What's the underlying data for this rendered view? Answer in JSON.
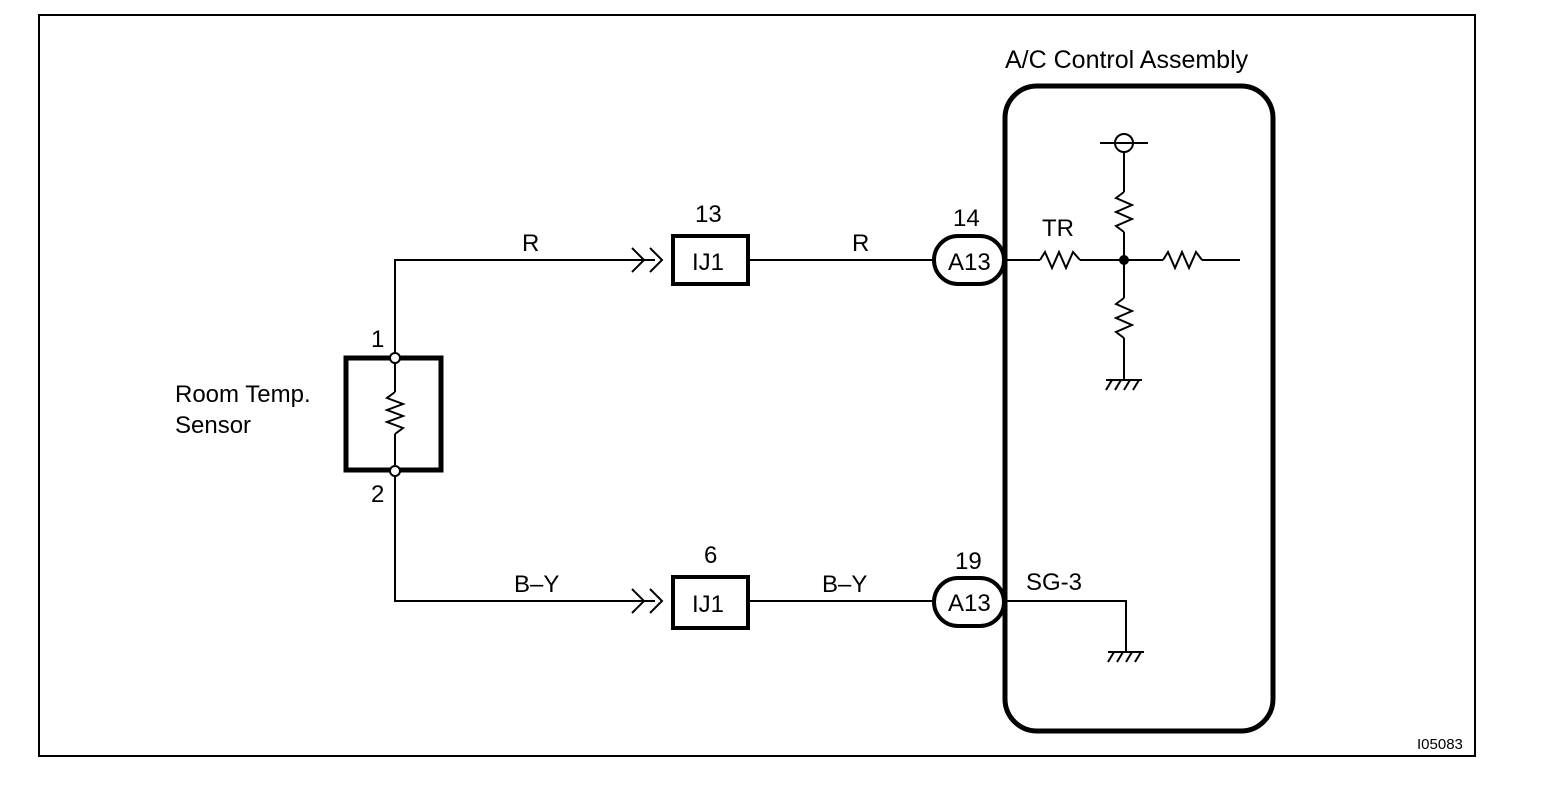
{
  "diagram_id": "I05083",
  "ac_control": {
    "title": "A/C Control Assembly",
    "tr_label": "TR",
    "sg_label": "SG-3"
  },
  "sensor": {
    "label_line1": "Room Temp.",
    "label_line2": "Sensor",
    "pin_top": "1",
    "pin_bottom": "2"
  },
  "upper_circuit": {
    "wire_color_left": "R",
    "wire_color_right": "R",
    "junction_pin": "13",
    "junction_label": "IJ1",
    "connector_pin": "14",
    "connector_label": "A13"
  },
  "lower_circuit": {
    "wire_color_left": "B–Y",
    "wire_color_right": "B–Y",
    "junction_pin": "6",
    "junction_label": "IJ1",
    "connector_pin": "19",
    "connector_label": "A13"
  }
}
